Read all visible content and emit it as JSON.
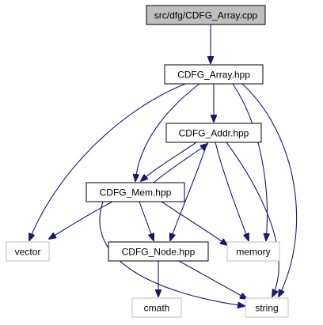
{
  "graph": {
    "title": "",
    "colors": {
      "edge": "#191970",
      "node_border_primary": "#000000",
      "node_border_secondary": "#bfbfbf",
      "root_fill": "#bfbfbf",
      "node_fill": "#ffffff",
      "text": "#000000"
    },
    "nodes": [
      {
        "id": "cdfg-array-cpp",
        "label": "src/dfg/CDFG_Array.cpp",
        "style": "root"
      },
      {
        "id": "cdfg-array-hpp",
        "label": "CDFG_Array.hpp",
        "style": "primary"
      },
      {
        "id": "cdfg-addr-hpp",
        "label": "CDFG_Addr.hpp",
        "style": "primary"
      },
      {
        "id": "cdfg-mem-hpp",
        "label": "CDFG_Mem.hpp",
        "style": "primary"
      },
      {
        "id": "vector",
        "label": "vector",
        "style": "system"
      },
      {
        "id": "memory",
        "label": "memory",
        "style": "system"
      },
      {
        "id": "cdfg-node-hpp",
        "label": "CDFG_Node.hpp",
        "style": "primary"
      },
      {
        "id": "cmath",
        "label": "cmath",
        "style": "system"
      },
      {
        "id": "string",
        "label": "string",
        "style": "system"
      }
    ],
    "edges": [
      {
        "from": "cdfg-array-cpp",
        "to": "cdfg-array-hpp"
      },
      {
        "from": "cdfg-array-hpp",
        "to": "cdfg-addr-hpp"
      },
      {
        "from": "cdfg-array-hpp",
        "to": "cdfg-mem-hpp"
      },
      {
        "from": "cdfg-array-hpp",
        "to": "vector"
      },
      {
        "from": "cdfg-array-hpp",
        "to": "memory"
      },
      {
        "from": "cdfg-array-hpp",
        "to": "string"
      },
      {
        "from": "cdfg-addr-hpp",
        "to": "cdfg-mem-hpp"
      },
      {
        "from": "cdfg-mem-hpp",
        "to": "cdfg-addr-hpp"
      },
      {
        "from": "cdfg-addr-hpp",
        "to": "memory"
      },
      {
        "from": "cdfg-addr-hpp",
        "to": "cdfg-node-hpp"
      },
      {
        "from": "cdfg-addr-hpp",
        "to": "string"
      },
      {
        "from": "cdfg-mem-hpp",
        "to": "vector"
      },
      {
        "from": "cdfg-mem-hpp",
        "to": "memory"
      },
      {
        "from": "cdfg-mem-hpp",
        "to": "cdfg-node-hpp"
      },
      {
        "from": "cdfg-mem-hpp",
        "to": "string"
      },
      {
        "from": "cdfg-node-hpp",
        "to": "cmath"
      },
      {
        "from": "cdfg-node-hpp",
        "to": "string"
      }
    ]
  }
}
